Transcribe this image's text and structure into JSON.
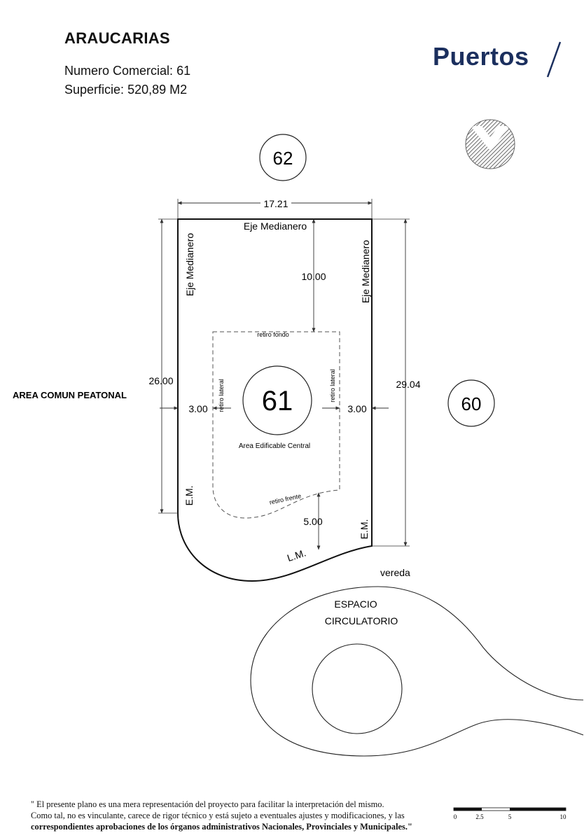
{
  "header": {
    "title": "ARAUCARIAS",
    "numero_label": "Numero Comercial:",
    "numero_value": "61",
    "superficie_label": "Superficie:",
    "superficie_value": "520,89",
    "superficie_unit": "M2"
  },
  "brand": {
    "name": "Puertos",
    "color": "#1b2f5e"
  },
  "neighbors": {
    "top": "62",
    "right": "60"
  },
  "lot": {
    "number": "61",
    "top_width": "17.21",
    "left_depth": "26.00",
    "right_depth": "29.04",
    "back_setback": "10.00",
    "side_setback_left": "3.00",
    "side_setback_right": "3.00",
    "front_setback": "5.00",
    "eje_medianero_top": "Eje Medianero",
    "eje_medianero_left": "Eje Medianero",
    "eje_medianero_right": "Eje Medianero",
    "em_left": "E.M.",
    "em_right": "E.M.",
    "lm": "L.M.",
    "retiro_fondo": "retiro fondo",
    "retiro_lateral_left": "retiro lateral",
    "retiro_lateral_right": "retiro lateral",
    "retiro_frente": "retiro frente",
    "area_edificable": "Area Edificable Central"
  },
  "surroundings": {
    "area_comun": "AREA COMUN PEATONAL",
    "vereda": "vereda",
    "espacio_line1": "ESPACIO",
    "espacio_line2": "CIRCULATORIO"
  },
  "disclaimer": {
    "line1": "\" El presente plano es una mera representación del proyecto para facilitar la interpretación del mismo.",
    "line2": "Como tal, no es vinculante, carece de rigor técnico y está sujeto a eventuales ajustes y modificaciones, y las",
    "line3": "correspondientes aprobaciones de los órganos administrativos Nacionales, Provinciales y Municipales.\""
  },
  "scale_bar": {
    "ticks": [
      "0",
      "2.5",
      "5",
      "10"
    ]
  },
  "north_arrow": "north-arrow-icon"
}
